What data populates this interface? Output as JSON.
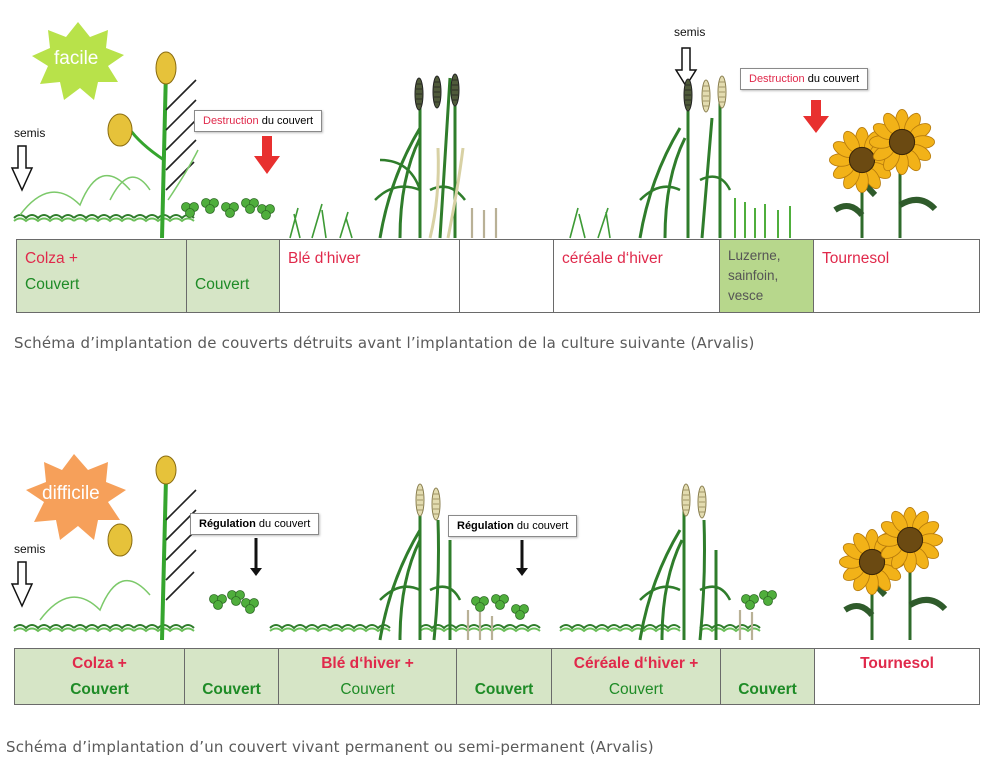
{
  "diagram1": {
    "badge": "facile",
    "semis_left": "semis",
    "semis_right": "semis",
    "destruction_1": {
      "red": "Destruction",
      "rest": " du couvert"
    },
    "destruction_2": {
      "red": "Destruction",
      "rest": " du couvert"
    },
    "cells": [
      {
        "line1": "Colza +",
        "line2": "Couvert"
      },
      {
        "line1": "Couvert"
      },
      {
        "line1": "Blé d‘hiver"
      },
      {
        "line1": ""
      },
      {
        "line1": "céréale d‘hiver"
      },
      {
        "line1": "Luzerne,",
        "line2": "sainfoin,",
        "line3": "vesce"
      },
      {
        "line1": "Tournesol"
      }
    ],
    "caption": "Schéma d’implantation de couverts détruits avant l’implantation de la culture suivante (Arvalis)"
  },
  "diagram2": {
    "badge": "difficile",
    "semis": "semis",
    "regulation_1": {
      "bold": "Régulation",
      "rest": " du couvert"
    },
    "regulation_2": {
      "bold": "Régulation",
      "rest": " du couvert"
    },
    "cells": [
      {
        "line1": "Colza +",
        "line2": "Couvert"
      },
      {
        "line1": "Couvert"
      },
      {
        "line1": "Blé d‘hiver +",
        "line2": "Couvert"
      },
      {
        "line1": "Couvert"
      },
      {
        "line1": "Céréale d‘hiver +",
        "line2": "Couvert"
      },
      {
        "line1": "Couvert"
      },
      {
        "line1": "Tournesol"
      }
    ],
    "caption": "Schéma d’implantation d’un couvert vivant permanent ou semi-permanent (Arvalis)"
  },
  "colors": {
    "red_text": "#e0294b",
    "green_text": "#1e8b26",
    "cell_green": "#d6e5c6",
    "cell_luzerne": "#b7d78c",
    "badge_easy": "#b8e24a",
    "badge_hard": "#f6a05a",
    "arrow_red": "#e8302f"
  }
}
